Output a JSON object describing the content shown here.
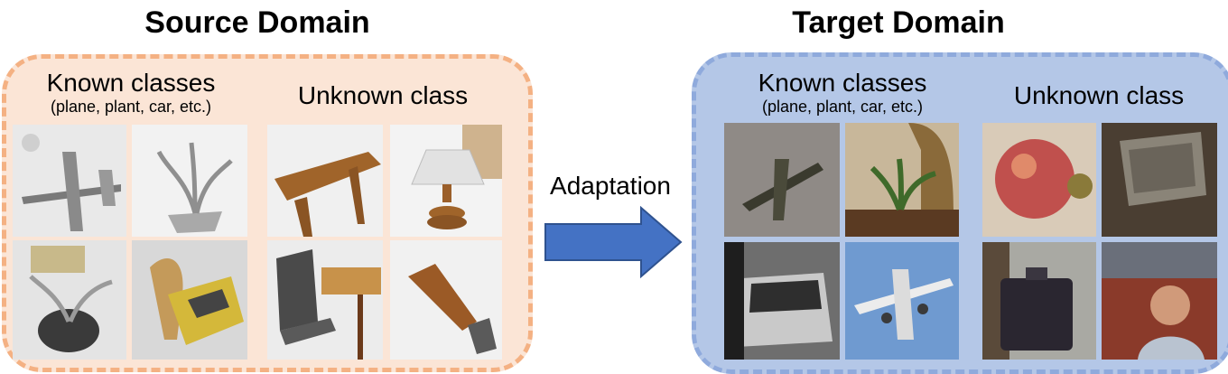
{
  "source": {
    "title": "Source Domain",
    "known_label": "Known classes",
    "known_sub": "(plane, plant, car, etc.)",
    "unknown_label": "Unknown class",
    "color_fill": "#fbe5d6",
    "color_border": "#f4b183"
  },
  "target": {
    "title": "Target Domain",
    "known_label": "Known classes",
    "known_sub": "(plane, plant, car, etc.)",
    "unknown_label": "Unknown class",
    "color_fill": "#b4c7e7",
    "color_border": "#8faadc"
  },
  "arrow": {
    "label": "Adaptation",
    "color": "#4472c4"
  },
  "images": {
    "source_known": [
      "plane-render",
      "plant-render",
      "plant-pot-render",
      "car-render"
    ],
    "source_unknown": [
      "desk-render",
      "lamp-render",
      "chair-render",
      "brush-render"
    ],
    "target_known": [
      "plane-photo",
      "plant-photo",
      "car-photo",
      "airliner-photo"
    ],
    "target_unknown": [
      "apple-photo",
      "laptop-photo",
      "suitcase-photo",
      "person-photo"
    ]
  }
}
